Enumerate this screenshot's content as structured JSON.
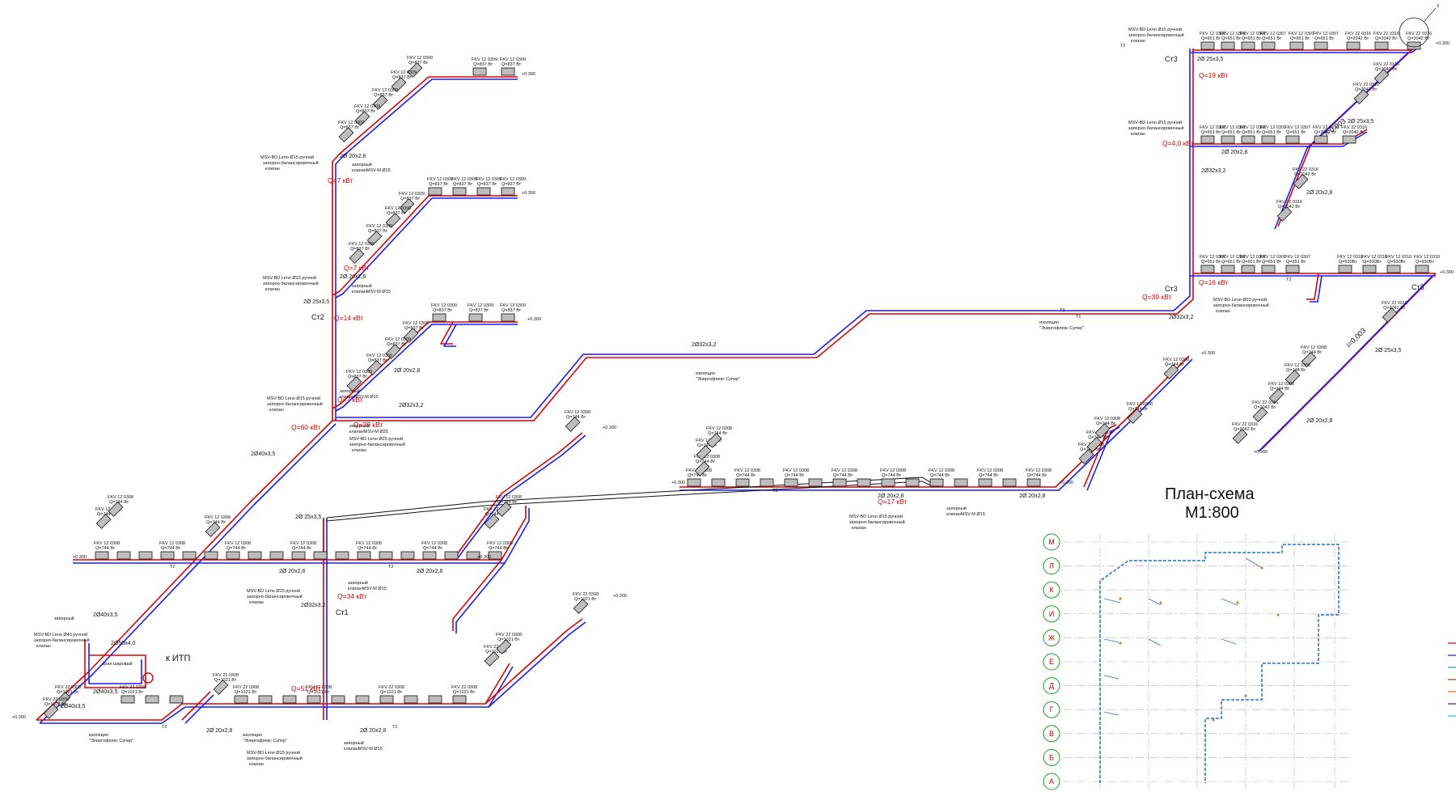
{
  "plan": {
    "title": "План-схема",
    "scale": "М1:800",
    "axes": [
      "М",
      "Л",
      "К",
      "И",
      "Ж",
      "Е",
      "Д",
      "Г",
      "В",
      "Б",
      "А"
    ]
  },
  "labels": {
    "ct1": "Ст1",
    "ct2": "Ст2",
    "ct3a": "Ст3",
    "ct3b": "Ст3",
    "itp": "к ИТП",
    "pipe_40": "2Ø40х3,5",
    "pipe_50": "2Ø50х4,0",
    "pipe_32a": "2Ø32х3,2",
    "pipe_32b": "2Ø32х3,2",
    "pipe_32c": "2Ø32х3,2",
    "pipe_32d": "2Ø32х3,2",
    "pipe_25a": "2Ø 25х3,5",
    "pipe_25b": "2Ø 25х3,5",
    "pipe_25c": "2Ø 25х3,5",
    "pipe_20": "2Ø 20х2,8",
    "iso": "изоляция",
    "iso_name": "\"Энергофлекс Супер\"",
    "valve_msv15": "MSV-BD Leno Ø15 ручной",
    "valve_msv20": "MSV-BD Leno Ø20 ручной",
    "valve_msv25": "MSV-BD Leno Ø25 ручной",
    "valve_msv40": "MSV-BD Leno Ø40 ручной",
    "valve_text": "запорно-балансировочный",
    "valve_klapan": "клапан",
    "shutoff": "запорный",
    "shutoff15": "клапанMSV-M Ø15",
    "shutoff25": "клапанMSV-M Ø25",
    "ball": "кран шаровый",
    "fkv0309": "FKV 12 0309",
    "q837": "Q=837 Вт",
    "fkv0308": "FKV 12 0308",
    "q744": "Q=744 Вт",
    "fkv22": "FKV 22 0308",
    "q1021": "Q=1021 Вт",
    "fkv0307": "FKV 12 0307",
    "q651": "Q=651 Вт",
    "fkv2216": "FKV 22 0316",
    "q2042": "Q=2042 Вт",
    "fkv0310": "FKV 12 0310",
    "q930": "Q=930Вт",
    "q_7a": "Q=7 кВт",
    "q_7b": "Q=7 кВт",
    "q_7c": "Q=7 кВт",
    "q_14": "Q=14 кВт",
    "q_39a": "Q=39 кВт",
    "q_39b": "Q=39 кВт",
    "q_60": "Q=60 кВт",
    "q_34": "Q=34 кВт",
    "q_51": "Q=51 кВт",
    "q_17": "Q=17 кВт",
    "q_19": "Q=19 кВт",
    "q_4": "Q=4,0 кВт",
    "q_16": "Q=16 кВт",
    "slope": "i=0,003",
    "elev": "+0.300",
    "t1": "Т1",
    "t2": "Т2",
    "callout3": "3"
  },
  "colors": {
    "supply": "#e00000",
    "return": "#1a1aff",
    "plan_line": "#1f6fd6",
    "grid": "#b0b0b0",
    "axis_circle": "#1aa01a"
  }
}
